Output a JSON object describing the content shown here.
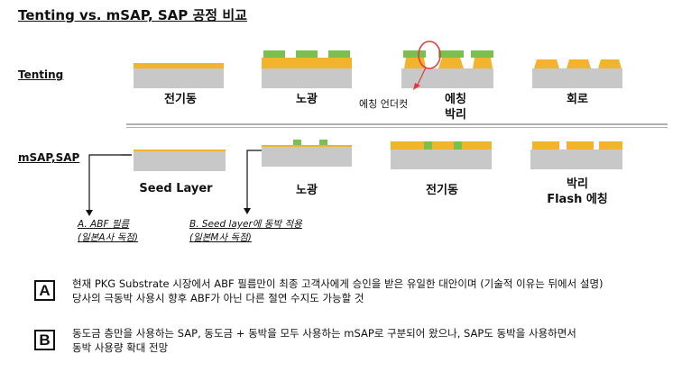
{
  "title": "Tenting vs. mSAP, SAP 공정 비교",
  "rows": {
    "tenting_label": "Tenting",
    "msap_label": "mSAP,SAP"
  },
  "tenting_steps": [
    "전기동",
    "노광",
    "에칭\n박리",
    "회로"
  ],
  "etch_undercut": "에칭 언더컷",
  "msap_steps": [
    "Seed Layer",
    "노광",
    "전기동",
    "박리\nFlash 에칭"
  ],
  "notes": {
    "a_line1": "A. ABF 필름",
    "a_line2": "(일본A사 독점)",
    "b_line1": "B. Seed layer에 동박 적용",
    "b_line2": "(일본M사 독점)"
  },
  "descriptions": [
    {
      "letter": "A",
      "line1": "현재 PKG Substrate 시장에서 ABF 필름만이 최종 고객사에게 승인을 받은 유일한 대안이며 (기술적 이유는 뒤에서 설명)",
      "line2": "당사의 극동박 사용시 향후 ABF가 아닌 다른 절연 수지도 가능할 것"
    },
    {
      "letter": "B",
      "line1": "동도금 층만을 사용하는 SAP, 동도금 + 동박을 모두 사용하는 mSAP로 구분되어 왔으나, SAP도 동박을 사용하면서",
      "line2": "동박 사용량 확대 전망"
    }
  ],
  "colors": {
    "substrate": "#c8c8c8",
    "copper": "#f2b42c",
    "resist": "#7bbf4e",
    "circle": "#e03a3a"
  }
}
